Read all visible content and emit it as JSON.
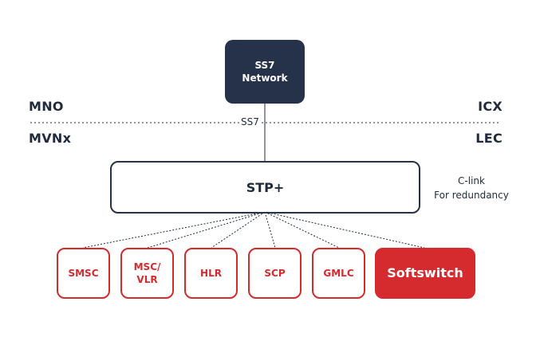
{
  "regions": {
    "top_left": "MNO",
    "top_right": "ICX",
    "bottom_left": "MVNx",
    "bottom_right": "LEC"
  },
  "network": {
    "line1": "SS7",
    "line2": "Network"
  },
  "link_label": "SS7",
  "stp": {
    "label": "STP+"
  },
  "clink": {
    "line1": "C-link",
    "line2": "For redundancy"
  },
  "nodes": [
    {
      "label": "SMSC"
    },
    {
      "label": "MSC/\nVLR"
    },
    {
      "label": "HLR"
    },
    {
      "label": "SCP"
    },
    {
      "label": "GMLC"
    },
    {
      "label": "Softswitch",
      "highlighted": true
    }
  ],
  "colors": {
    "navy": "#26324a",
    "accent_red": "#d52a2e",
    "text": "#1f2a3c"
  }
}
